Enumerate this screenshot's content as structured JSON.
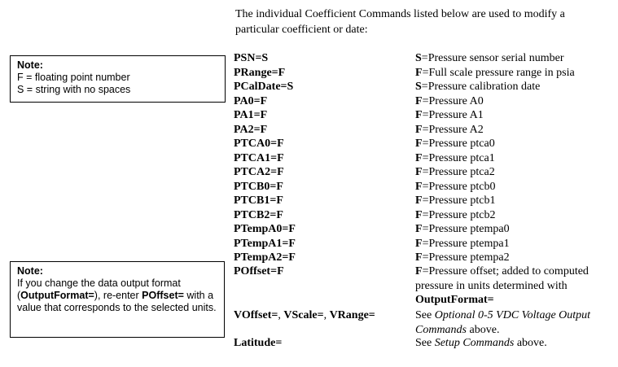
{
  "intro": "The individual Coefficient Commands listed below are used to modify a particular coefficient or date:",
  "note1": {
    "title": "Note:",
    "line1": "F = floating point number",
    "line2": "S = string with no spaces"
  },
  "note2": {
    "title": "Note:",
    "t1": "If you change the data output format (",
    "b1": "OutputFormat=",
    "t2": "), re-enter ",
    "b2": "POffset=",
    "t3": " with a value that corresponds to the selected units."
  },
  "rows": [
    {
      "cmd": "PSN=S",
      "param": "S",
      "desc": "=Pressure sensor serial number"
    },
    {
      "cmd": "PRange=F",
      "param": "F",
      "desc": "=Full scale pressure range in psia"
    },
    {
      "cmd": "PCalDate=S",
      "param": "S",
      "desc": "=Pressure calibration date"
    },
    {
      "cmd": "PA0=F",
      "param": "F",
      "desc": "=Pressure A0"
    },
    {
      "cmd": "PA1=F",
      "param": "F",
      "desc": "=Pressure A1"
    },
    {
      "cmd": "PA2=F",
      "param": "F",
      "desc": "=Pressure A2"
    },
    {
      "cmd": "PTCA0=F",
      "param": "F",
      "desc": "=Pressure ptca0"
    },
    {
      "cmd": "PTCA1=F",
      "param": "F",
      "desc": "=Pressure ptca1"
    },
    {
      "cmd": "PTCA2=F",
      "param": "F",
      "desc": "=Pressure ptca2"
    },
    {
      "cmd": "PTCB0=F",
      "param": "F",
      "desc": "=Pressure ptcb0"
    },
    {
      "cmd": "PTCB1=F",
      "param": "F",
      "desc": "=Pressure ptcb1"
    },
    {
      "cmd": "PTCB2=F",
      "param": "F",
      "desc": "=Pressure ptcb2"
    },
    {
      "cmd": "PTempA0=F",
      "param": "F",
      "desc": "=Pressure ptempa0"
    },
    {
      "cmd": "PTempA1=F",
      "param": "F",
      "desc": "=Pressure ptempa1"
    },
    {
      "cmd": "PTempA2=F",
      "param": "F",
      "desc": "=Pressure ptempa2"
    }
  ],
  "poffset": {
    "cmd": "POffset=F",
    "param": "F",
    "desc": "=Pressure offset; added to computed pressure in units determined with ",
    "bold": "OutputFormat="
  },
  "voffset": {
    "cmd_a": "VOffset=",
    "sep1": ", ",
    "cmd_b": "VScale=",
    "sep2": ", ",
    "cmd_c": "VRange=",
    "see": "See ",
    "ref": "Optional 0-5 VDC Voltage Output Commands",
    "after": " above."
  },
  "latitude": {
    "cmd": "Latitude=",
    "see": "See ",
    "ref": "Setup Commands",
    "after": " above."
  }
}
